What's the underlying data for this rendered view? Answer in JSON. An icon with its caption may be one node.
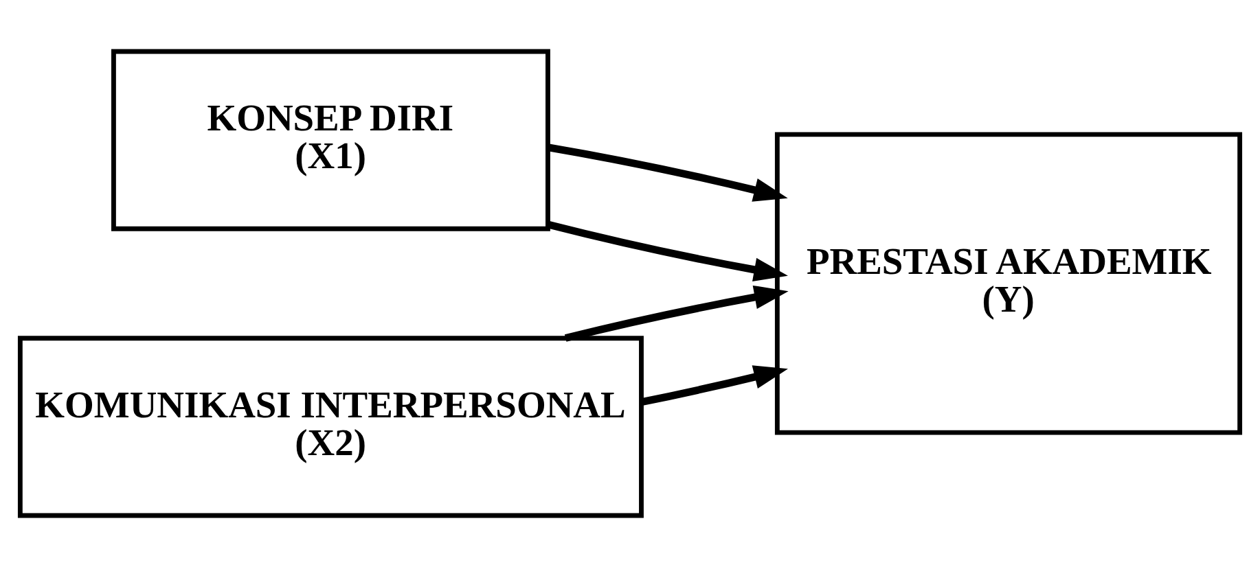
{
  "diagram": {
    "nodes": [
      {
        "text": [
          "KONSEP DIRI",
          "(X1)"
        ]
      },
      {
        "text": [
          "KOMUNIKASI INTERPERSONAL",
          "(X2)"
        ]
      },
      {
        "text": [
          "PRESTASI AKADEMIK",
          "(Y)"
        ]
      }
    ],
    "edges": [
      {
        "from": 0,
        "to": 2,
        "arrow": "to"
      },
      {
        "from": 0,
        "to": 2,
        "arrow": "to"
      },
      {
        "from": 1,
        "to": 2,
        "arrow": "to"
      },
      {
        "from": 1,
        "to": 2,
        "arrow": "to"
      }
    ]
  }
}
